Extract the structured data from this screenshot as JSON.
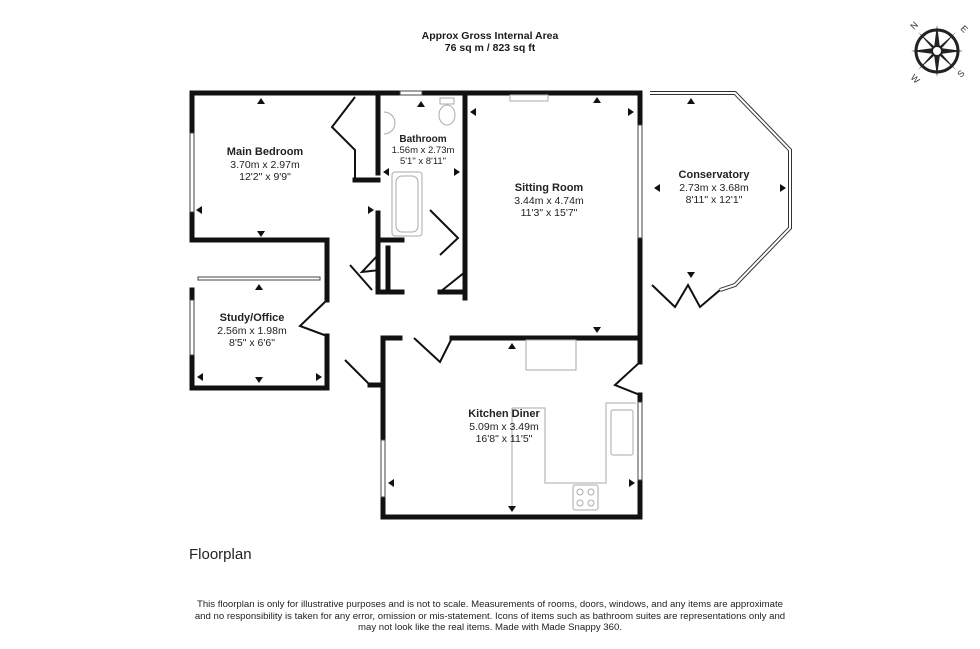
{
  "header": {
    "title": "Approx Gross Internal Area",
    "area": "76 sq m / 823 sq ft"
  },
  "compass": {
    "icon": "compass-rose-icon",
    "labels": {
      "n": "N",
      "e": "E",
      "s": "S",
      "w": "W"
    }
  },
  "rooms": [
    {
      "id": "main-bedroom",
      "name": "Main Bedroom",
      "metric": "3.70m x 2.97m",
      "imperial": "12'2\" x 9'9\""
    },
    {
      "id": "bathroom",
      "name": "Bathroom",
      "metric": "1.56m x 2.73m",
      "imperial": "5'1\" x 8'11\""
    },
    {
      "id": "sitting-room",
      "name": "Sitting Room",
      "metric": "3.44m x 4.74m",
      "imperial": "11'3\" x 15'7\""
    },
    {
      "id": "conservatory",
      "name": "Conservatory",
      "metric": "2.73m x 3.68m",
      "imperial": "8'11\" x 12'1\""
    },
    {
      "id": "study-office",
      "name": "Study/Office",
      "metric": "2.56m x 1.98m",
      "imperial": "8'5\" x 6'6\""
    },
    {
      "id": "kitchen-diner",
      "name": "Kitchen Diner",
      "metric": "5.09m x 3.49m",
      "imperial": "16'8\" x 11'5\""
    }
  ],
  "floor_label": "Floorplan",
  "disclaimer": {
    "line1": "This floorplan is only for illustrative purposes and is not to scale. Measurements of rooms, doors, windows, and any items are approximate",
    "line2": "and no responsibility is taken for any error, omission or mis-statement. Icons of items such as bathroom suites are representations only and",
    "line3": "may not look like the real items. Made with Made Snappy 360."
  },
  "colors": {
    "wall": "#111111",
    "fixture": "#b8b8b8",
    "text": "#1a1a1a",
    "background": "#ffffff"
  }
}
